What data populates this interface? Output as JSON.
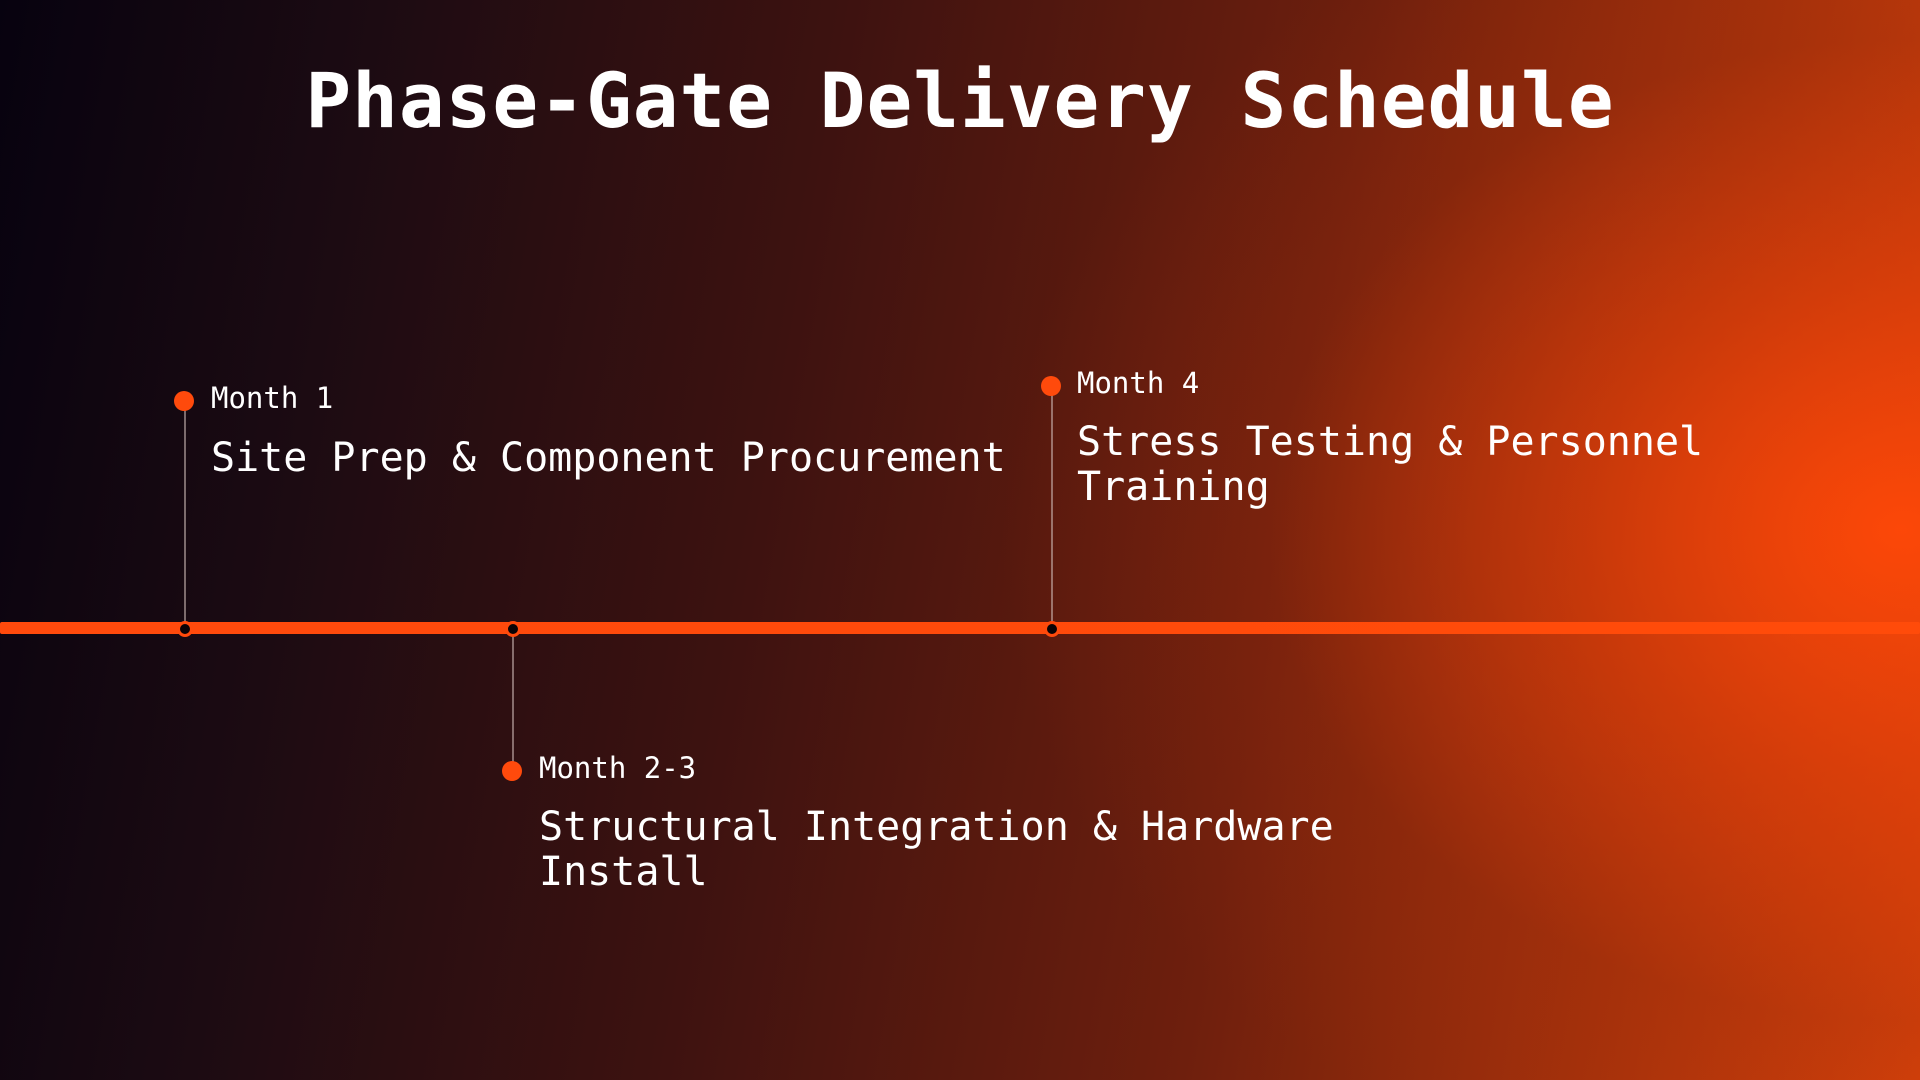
{
  "title": "Phase-Gate Delivery Schedule",
  "colors": {
    "accent": "#ff4a0c",
    "background_dark": "#07020f",
    "text": "#ffffff"
  },
  "milestones": [
    {
      "period": "Month 1",
      "phase": "Site Prep & Component Procurement"
    },
    {
      "period": "Month 2-3",
      "phase": "Structural Integration & Hardware Install"
    },
    {
      "period": "Month 4",
      "phase": "Stress Testing & Personnel Training"
    }
  ]
}
